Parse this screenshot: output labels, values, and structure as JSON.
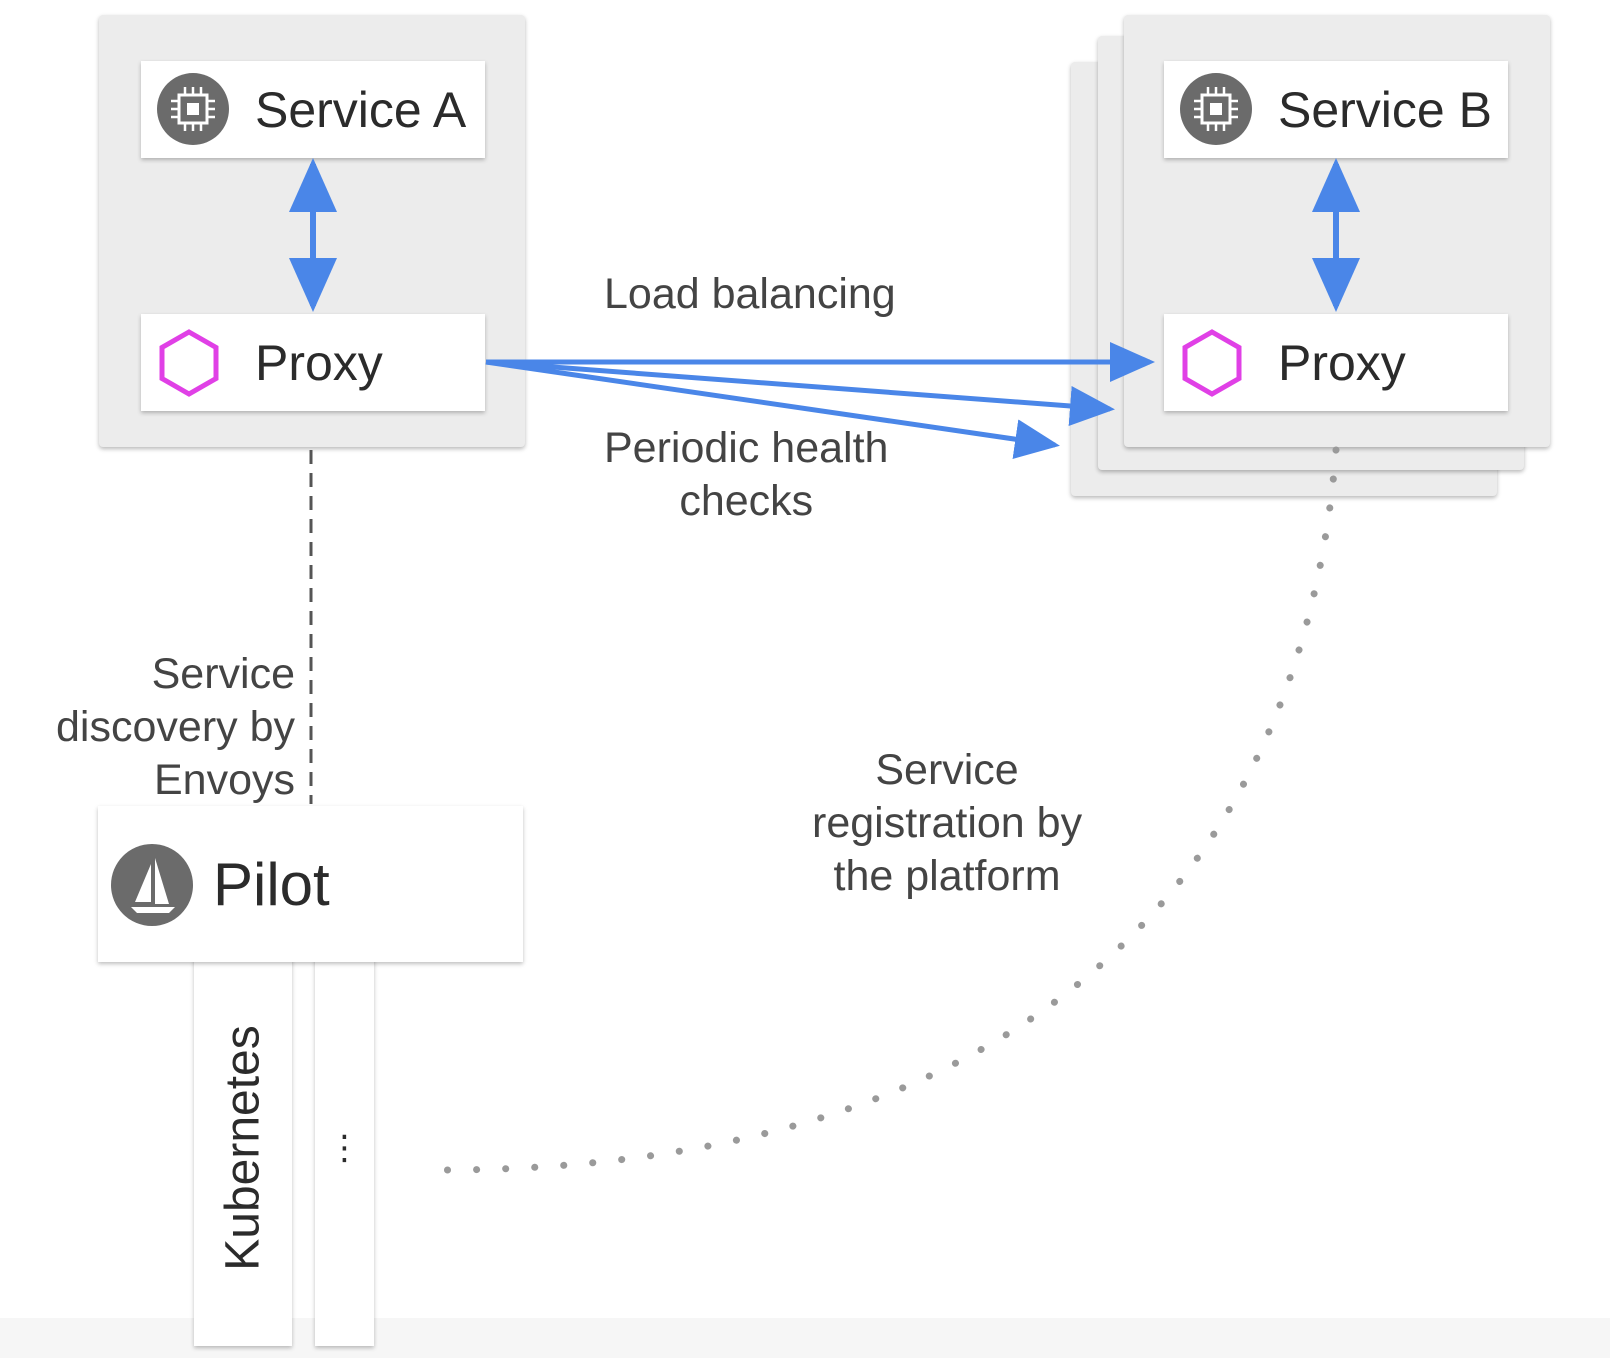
{
  "nodes": {
    "service_a": "Service A",
    "proxy_a": "Proxy",
    "service_b": "Service B",
    "proxy_b": "Proxy",
    "pilot": "Pilot",
    "kubernetes": "Kubernetes",
    "ellipsis": "⋮"
  },
  "edges": {
    "load_balancing": "Load balancing",
    "health_checks": [
      "Periodic health",
      "checks"
    ],
    "service_discovery": [
      "Service",
      "discovery by",
      "Envoys"
    ],
    "service_registration": [
      "Service",
      "registration by",
      "the platform"
    ]
  },
  "icons": {
    "service": "chip-icon",
    "proxy": "hexagon-icon",
    "pilot": "sailboat-icon"
  },
  "colors": {
    "arrow": "#4a86e8",
    "hexagon": "#e040e6",
    "icon_circle": "#6b6b6b",
    "group_bg": "#ececec",
    "dashed_line": "#555555",
    "dotted_line": "#999999"
  }
}
